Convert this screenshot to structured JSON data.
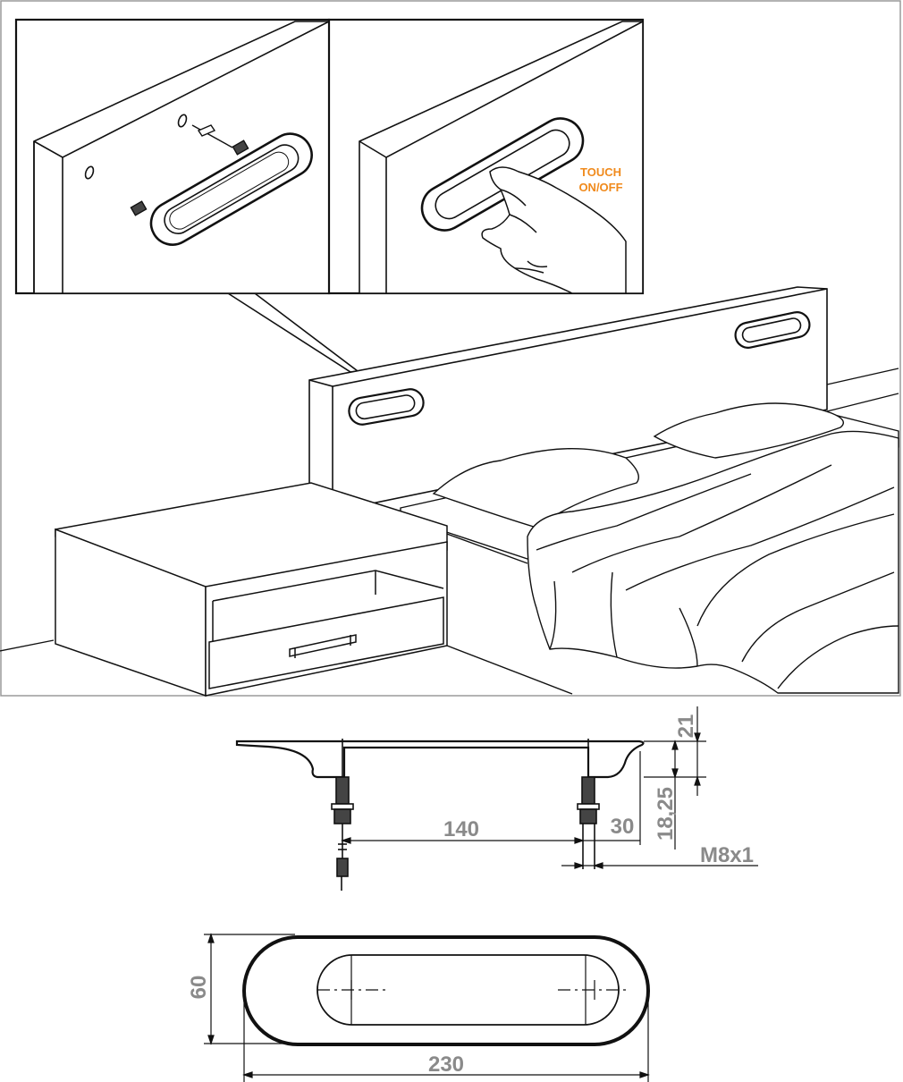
{
  "callout": {
    "touch_line1": "TOUCH",
    "touch_line2": "ON/OFF"
  },
  "dimensions": {
    "height_top": "21",
    "height_total": "18,25",
    "spacing": "140",
    "edge_offset": "30",
    "thread": "M8x1",
    "width": "60",
    "length": "230"
  },
  "colors": {
    "line": "#111111",
    "dimension_text": "#8a8a8a",
    "accent": "#f08a1c",
    "frame": "#9a9a9a"
  }
}
